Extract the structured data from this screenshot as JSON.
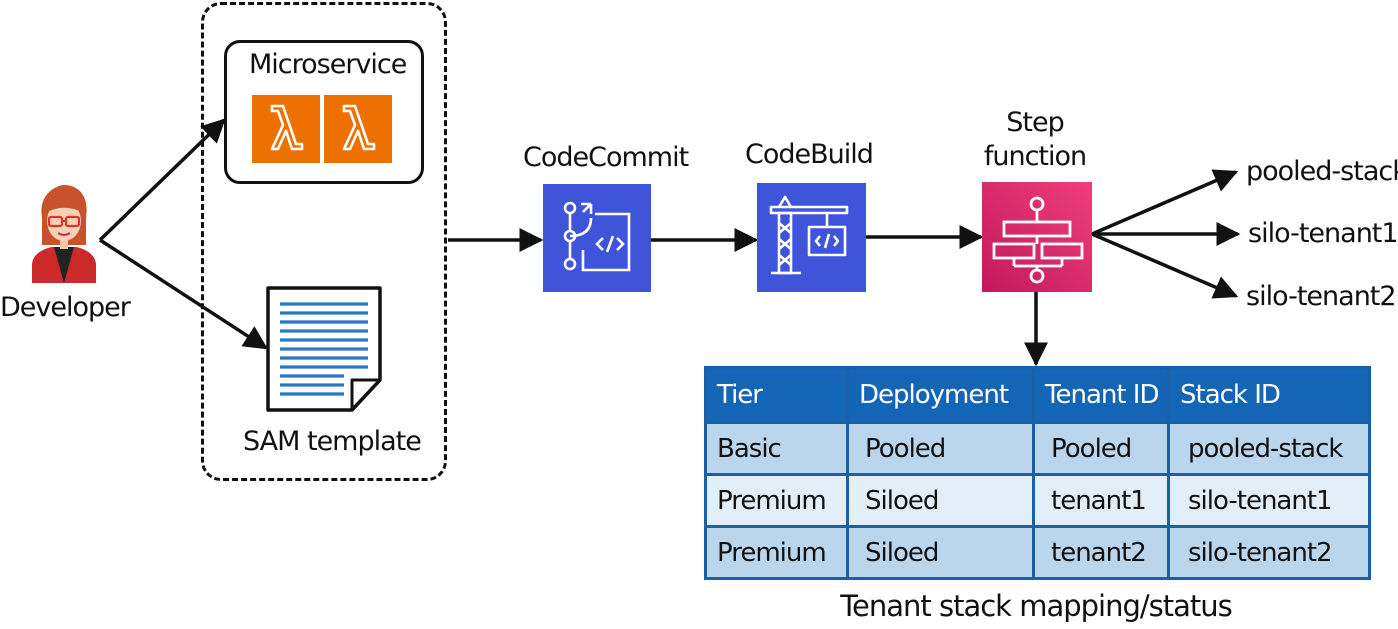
{
  "labels": {
    "developer": "Developer",
    "microservice": "Microservice",
    "sam_template": "SAM template",
    "codecommit": "CodeCommit",
    "codebuild": "CodeBuild",
    "step_function_line1": "Step",
    "step_function_line2": "function",
    "caption": "Tenant stack mapping/status"
  },
  "outputs": [
    "pooled-stack",
    "silo-tenant1",
    "silo-tenant2"
  ],
  "icons": {
    "developer": "developer-avatar-icon",
    "lambda": "lambda-icon",
    "document": "sam-template-document-icon",
    "codecommit": "codecommit-icon",
    "codebuild": "codebuild-icon",
    "step_functions": "step-functions-icon"
  },
  "colors": {
    "lambda_orange": "#ed7100",
    "codecommit_blue": "#3f54d9",
    "codebuild_blue": "#3f54d9",
    "step_pink": "#e0336f",
    "doc_lines": "#2a77c8",
    "table_header": "#1565b6",
    "table_row_dark": "#b9d6ec",
    "table_row_light": "#e3eff8"
  },
  "table": {
    "headers": [
      "Tier",
      "Deployment",
      "Tenant ID",
      "Stack ID"
    ],
    "rows": [
      [
        "Basic",
        "Pooled",
        "Pooled",
        "pooled-stack"
      ],
      [
        "Premium",
        "Siloed",
        "tenant1",
        "silo-tenant1"
      ],
      [
        "Premium",
        "Siloed",
        "tenant2",
        "silo-tenant2"
      ]
    ]
  }
}
